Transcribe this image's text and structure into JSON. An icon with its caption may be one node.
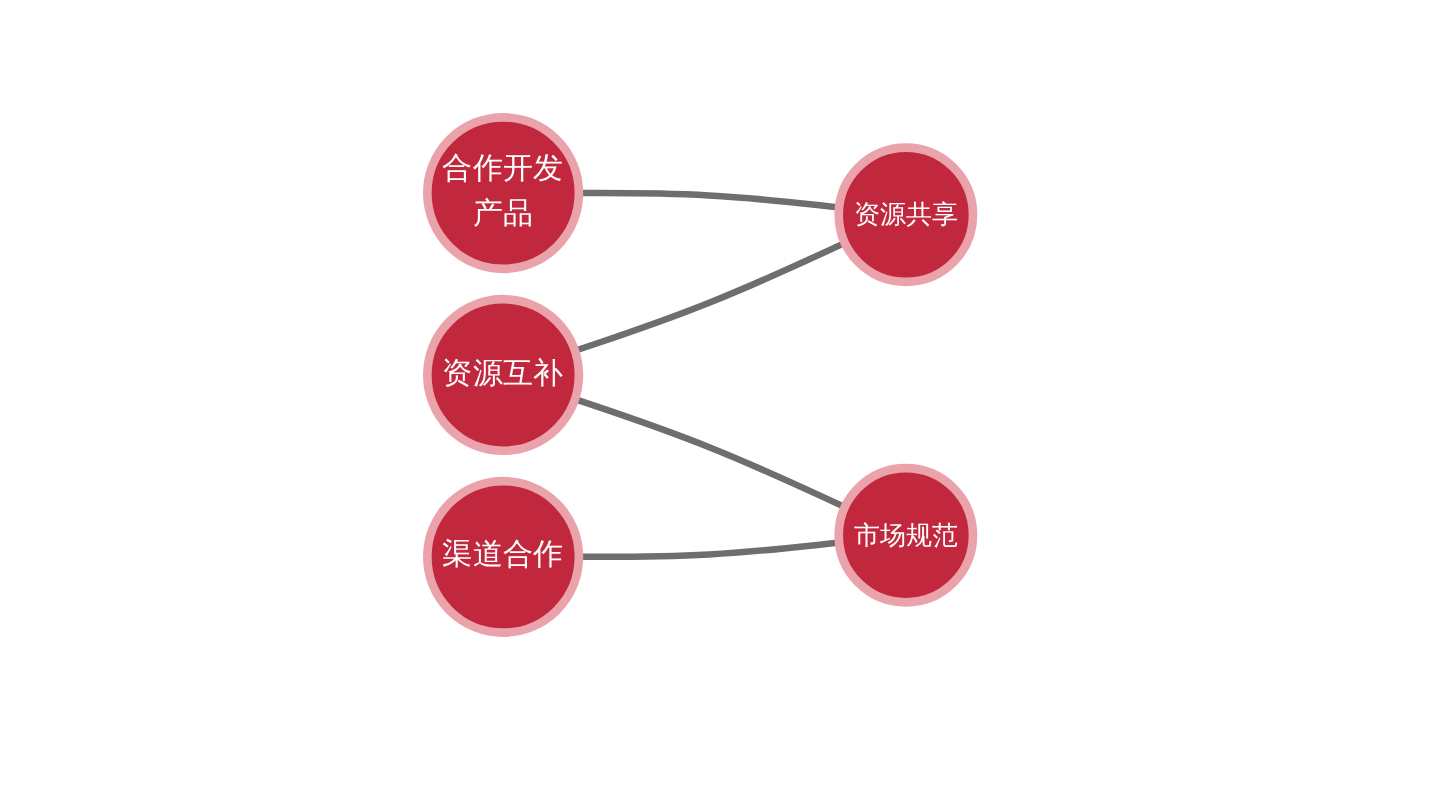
{
  "diagram": {
    "nodes": [
      {
        "text": [
          "合作开发产品"
        ]
      },
      {
        "text": [
          "资源共享"
        ]
      },
      {
        "text": [
          "资源互补"
        ]
      },
      {
        "text": [
          "市场规范"
        ]
      },
      {
        "text": [
          "渠道合作"
        ]
      }
    ],
    "edges": [
      {
        "from": 0,
        "to": 1,
        "arrow": "none"
      },
      {
        "from": 2,
        "to": 1,
        "arrow": "none"
      },
      {
        "from": 2,
        "to": 3,
        "arrow": "none"
      },
      {
        "from": 4,
        "to": 3,
        "arrow": "none"
      }
    ]
  }
}
